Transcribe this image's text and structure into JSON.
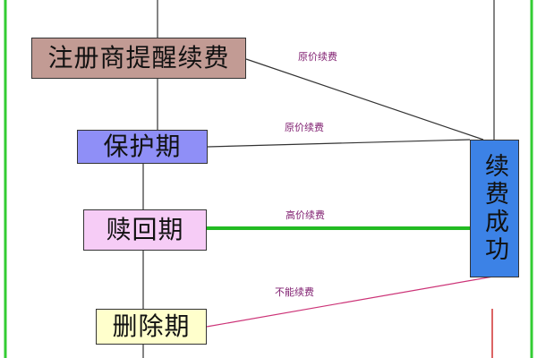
{
  "diagram": {
    "nodes": {
      "register_reminder": "注册商提醒续费",
      "protection_period": "保护期",
      "redemption_period": "赎回期",
      "deletion_period": "删除期",
      "renewal_success": "续费成功"
    },
    "edge_labels": {
      "register_to_success": "原价续费",
      "protect_to_success": "原价续费",
      "redeem_to_success": "高价续费",
      "delete_to_success": "不能续费"
    },
    "colors": {
      "frame_green": "#33cc33",
      "redeem_edge_green": "#22bb22",
      "register_box": "#c29b94",
      "protect_box": "#8f8ff7",
      "redeem_box": "#f6ccf6",
      "delete_box": "#ffffcc",
      "success_box": "#3c82e6",
      "label_color": "#7f1d6f",
      "delete_edge_color": "#cc3377",
      "lower_right_red": "#cc2222"
    }
  }
}
